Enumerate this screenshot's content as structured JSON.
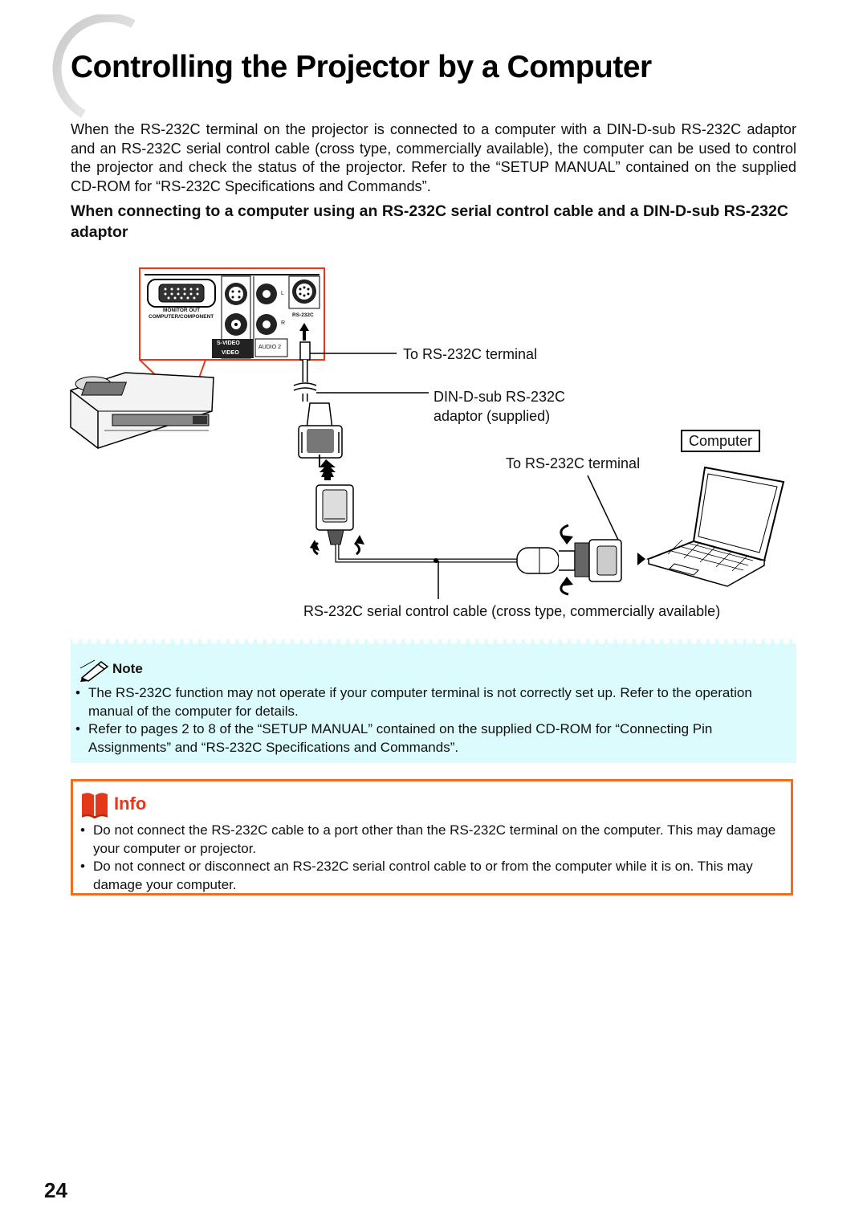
{
  "page": {
    "title": "Controlling the Projector by a Computer",
    "intro": "When the RS-232C terminal on the projector is connected to a computer with a DIN-D-sub RS-232C adaptor and an RS-232C serial control cable (cross type, commercially available), the computer can be used to control the projector and check the status of the projector. Refer to the “SETUP MANUAL” contained on the supplied CD-ROM for “RS-232C Specifications and Commands”.",
    "subheading": "When connecting to a computer using an RS-232C serial control cable and a DIN-D-sub RS-232C adaptor",
    "page_number": "24"
  },
  "diagram": {
    "port_labels": {
      "monitor_out": "MONITOR OUT",
      "computer_component": "COMPUTER/COMPONENT",
      "rs232c": "RS-232C",
      "s_video": "S-VIDEO",
      "video": "VIDEO",
      "audio2": "AUDIO 2",
      "left": "L",
      "right": "R"
    },
    "to_terminal_projector": "To RS-232C terminal",
    "adaptor_line1": "DIN-D-sub RS-232C",
    "adaptor_line2": "adaptor (supplied)",
    "computer": "Computer",
    "to_terminal_computer": "To RS-232C terminal",
    "cable": "RS-232C serial control cable (cross type, commercially available)"
  },
  "note": {
    "label": "Note",
    "items": [
      "The RS-232C function may not operate if your computer terminal is not correctly set up. Refer to the operation manual of the computer for details.",
      "Refer to pages 2 to 8 of the “SETUP MANUAL” contained on the supplied CD-ROM for “Connecting Pin Assignments” and “RS-232C Specifications and Commands”."
    ]
  },
  "info": {
    "label": "Info",
    "items": [
      "Do not connect the RS-232C cable to a port other than the RS-232C terminal on the computer. This may damage your computer or projector.",
      "Do not connect or disconnect an RS-232C serial control cable to or from the computer while it is on. This may damage your computer."
    ]
  },
  "colors": {
    "highlight_red": "#e3381a",
    "info_border": "#f07023",
    "note_bg": "#dcfbfd"
  },
  "icons": [
    "title-circle-decoration",
    "pencil-note-icon",
    "book-info-icon",
    "projector-illustration",
    "laptop-illustration"
  ]
}
